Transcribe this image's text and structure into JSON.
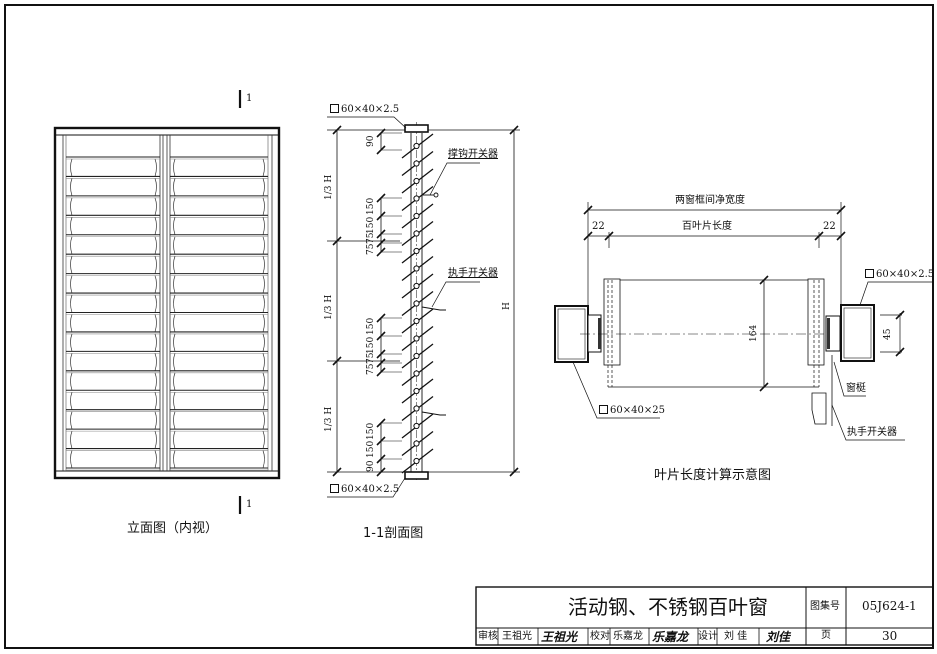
{
  "drawing": {
    "elevation": {
      "caption": "立面图（内视）",
      "section_marker_top": "1",
      "section_marker_bottom": "1",
      "slat_count_per_column": 17
    },
    "section": {
      "caption": "1-1剖面图",
      "top_profile": "60×40×2.5",
      "bottom_profile": "60×40×2.5",
      "hook_switch_label": "撑钩开关器",
      "handle_switch_label": "执手开关器",
      "height_label": "H",
      "third_label_num": "1",
      "third_label_den": "3",
      "third_label_var": "H",
      "dims": {
        "top_gap": "90",
        "d150a": "150",
        "d150b": "150",
        "d75a": "75",
        "d75b": "75",
        "d150c": "150",
        "d150d": "150",
        "d75c": "75",
        "d75d": "75",
        "d150e": "150",
        "d150f": "150",
        "bottom_gap": "90"
      }
    },
    "calc": {
      "caption": "叶片长度计算示意图",
      "net_width_label": "两窗框间净宽度",
      "blade_length_label": "百叶片长度",
      "left_offset": "22",
      "right_offset": "22",
      "blade_height": "164",
      "mullion_depth": "45",
      "right_profile": "60×40×2.5",
      "left_profile": "60×40×25",
      "mullion_label": "窗梃",
      "handle_switch_label": "执手开关器"
    }
  },
  "title_block": {
    "title": "活动钢、不锈钢百叶窗",
    "atlas_label": "图集号",
    "atlas_no": "05J624-1",
    "page_label": "页",
    "page_no": "30",
    "reviewer_role": "审核",
    "reviewer_name": "王祖光",
    "reviewer_signature": "王祖光",
    "checker_role": "校对",
    "checker_name": "乐嘉龙",
    "checker_signature": "乐嘉龙",
    "designer_role": "设计",
    "designer_name": "刘 佳",
    "designer_signature": "刘佳"
  }
}
